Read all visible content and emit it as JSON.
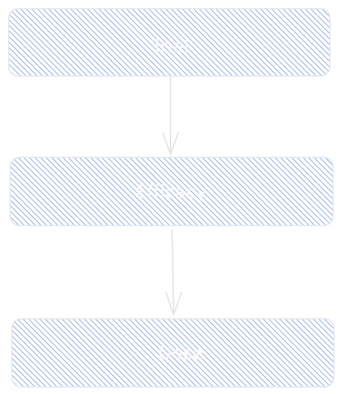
{
  "diagram": {
    "nodes": [
      {
        "id": "node-1",
        "label": "Trial"
      },
      {
        "id": "node-2",
        "label": "Efficacy"
      },
      {
        "id": "node-3",
        "label": "Dose"
      }
    ],
    "edges": [
      {
        "from": "node-1",
        "to": "node-2"
      },
      {
        "from": "node-2",
        "to": "node-3"
      }
    ],
    "colors": {
      "hatch": "#7f9cf0",
      "hatch_bg": "#ffffff",
      "node_border": "#e2e5f0",
      "arrow": "#e6e6e6",
      "label": "#f7f7f7"
    }
  }
}
